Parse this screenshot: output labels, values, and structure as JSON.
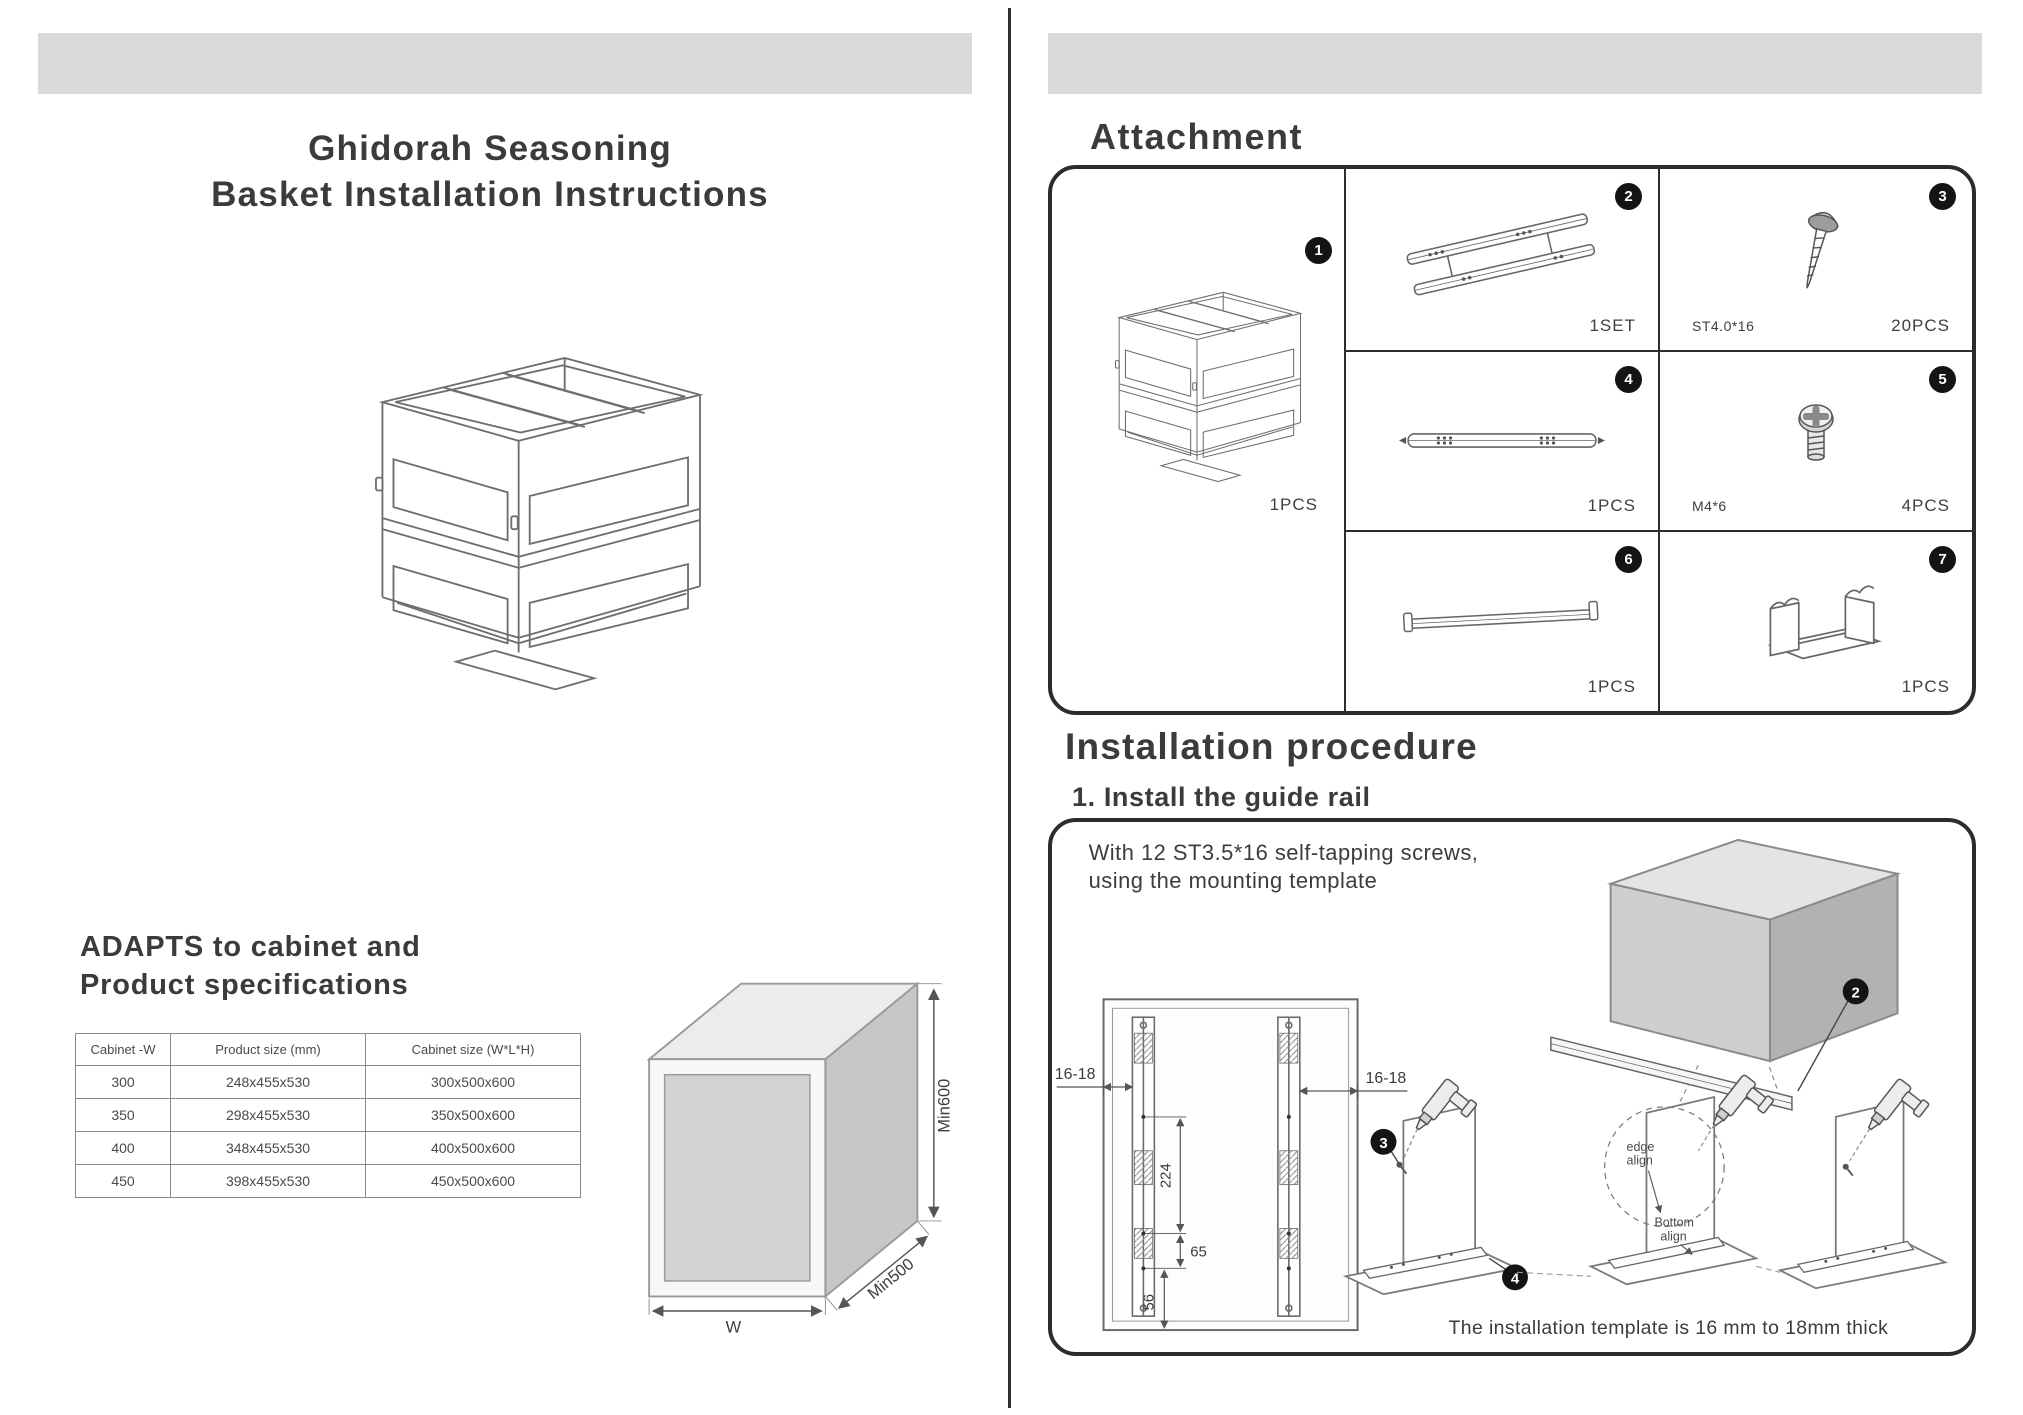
{
  "left": {
    "title_line1": "Ghidorah Seasoning",
    "title_line2": "Basket Installation Instructions",
    "adapts_line1": "ADAPTS to cabinet and",
    "adapts_line2": "Product specifications",
    "spec_table": {
      "headers": [
        "Cabinet -W",
        "Product size (mm)",
        "Cabinet size (W*L*H)"
      ],
      "rows": [
        [
          "300",
          "248x455x530",
          "300x500x600"
        ],
        [
          "350",
          "298x455x530",
          "350x500x600"
        ],
        [
          "400",
          "348x455x530",
          "400x500x600"
        ],
        [
          "450",
          "398x455x530",
          "450x500x600"
        ]
      ]
    },
    "cabinet_dims": {
      "height": "Min600",
      "depth": "Min500",
      "width": "W"
    }
  },
  "right": {
    "attachment_heading": "Attachment",
    "parts": [
      {
        "num": "1",
        "qty": "1PCS"
      },
      {
        "num": "2",
        "qty": "1SET"
      },
      {
        "num": "3",
        "spec": "ST4.0*16",
        "qty": "20PCS"
      },
      {
        "num": "4",
        "qty": "1PCS"
      },
      {
        "num": "5",
        "spec": "M4*6",
        "qty": "4PCS"
      },
      {
        "num": "6",
        "qty": "1PCS"
      },
      {
        "num": "7",
        "qty": "1PCS"
      }
    ],
    "installation_heading": "Installation procedure",
    "step1_heading": "1. Install the guide rail",
    "step1": {
      "note_line1": "With 12 ST3.5*16 self-tapping screws,",
      "note_line2": "using the mounting template",
      "dim_left": "16-18",
      "dim_right": "16-18",
      "dim_224": "224",
      "dim_65": "65",
      "dim_56": "56",
      "markers": {
        "m2": "2",
        "m3": "3",
        "m4": "4"
      },
      "edge_align_l1": "edge",
      "edge_align_l2": "align",
      "bottom_align_l1": "Bottom",
      "bottom_align_l2": "align",
      "footer_note": "The installation template is 16 mm to 18mm thick"
    }
  }
}
